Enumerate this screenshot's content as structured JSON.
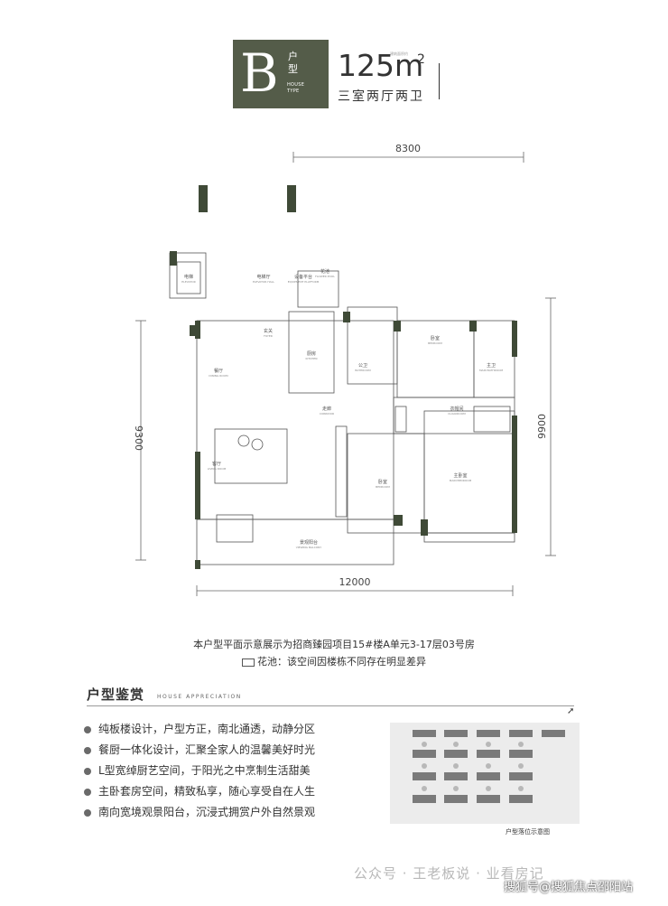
{
  "header": {
    "type_letter": "B",
    "type_cn": "户型",
    "type_en": "HOUSE TYPE",
    "area_value": "125m",
    "area_sup": "2",
    "area_tiny": "建筑面积约",
    "rooms": "三室两厅两卫"
  },
  "plan": {
    "dim_top": "8300",
    "dim_bottom": "12000",
    "dim_left": "9300",
    "dim_right": "9900",
    "rooms": [
      {
        "cn": "电梯",
        "en": "ELEVATOR"
      },
      {
        "cn": "电梯厅",
        "en": "ELEVATOR HALL"
      },
      {
        "cn": "设备平台",
        "en": "EQUIPMENT PLATFORM"
      },
      {
        "cn": "花池",
        "en": "FLOWER POOL"
      },
      {
        "cn": "玄关",
        "en": "FOYER"
      },
      {
        "cn": "厨房",
        "en": "KITCHEN"
      },
      {
        "cn": "餐厅",
        "en": "DINING ROOM"
      },
      {
        "cn": "公卫",
        "en": "BATHROOM"
      },
      {
        "cn": "卧室",
        "en": "BEDROOM"
      },
      {
        "cn": "主卫",
        "en": "MAIN BATHROOM"
      },
      {
        "cn": "衣帽间",
        "en": "CLOAKROOM"
      },
      {
        "cn": "走廊",
        "en": "CORRIDOR"
      },
      {
        "cn": "客厅",
        "en": "LIVING ROOM"
      },
      {
        "cn": "卧室",
        "en": "BEDROOM"
      },
      {
        "cn": "主卧室",
        "en": "MAIN BEDROOM"
      },
      {
        "cn": "景观阳台",
        "en": "VIEWING BALCONY"
      }
    ]
  },
  "captions": {
    "line1": "本户型平面示意展示为招商臻园项目15#楼A单元3-17层03号房",
    "line2": "花池：该空间因楼栋不同存在明显差异"
  },
  "appreciation": {
    "title": "户型鉴赏",
    "title_en": "HOUSE APPRECIATION",
    "features": [
      "纯板楼设计，户型方正，南北通透，动静分区",
      "餐厨一体化设计，汇聚全家人的温馨美好时光",
      "L型宽绰厨艺空间，于阳光之中烹制生活甜美",
      "主卧套房空间，精致私享，随心享受自在人生",
      "南向宽境观景阳台，沉浸式拥赏户外自然景观"
    ],
    "minimap_label": "户型落位示意图"
  },
  "footer": {
    "watermark1": "公众号 · 王老板说 · 业看房记",
    "watermark2": "搜狐号@搜狐焦点邵阳站"
  },
  "colors": {
    "badge": "#545c49",
    "wall": "#3f4a37",
    "line": "#555555"
  }
}
